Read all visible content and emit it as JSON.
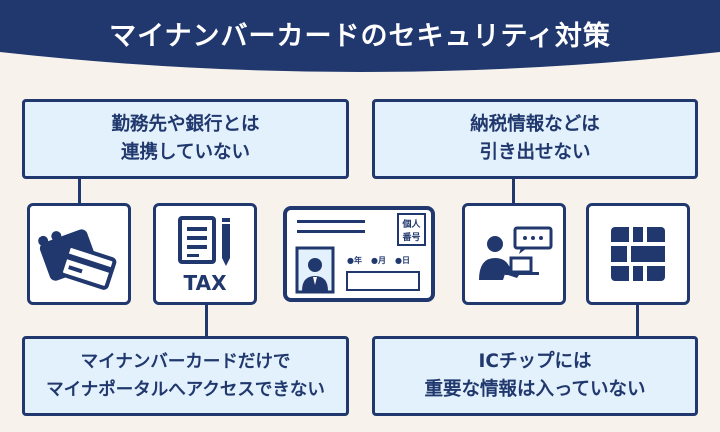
{
  "title": "マイナンバーカードのセキュリティ対策",
  "notes": {
    "top_left": [
      "勤務先や銀行とは",
      "連携していない"
    ],
    "top_right": [
      "納税情報などは",
      "引き出せない"
    ],
    "bottom_left": [
      "マイナンバーカードだけで",
      "マイナポータルへアクセスできない"
    ],
    "bottom_right": [
      "ICチップには",
      "重要な情報は入っていない"
    ]
  },
  "tax_tile": {
    "label": "TAX"
  },
  "card": {
    "stamp": [
      "個人",
      "番号"
    ],
    "date_fields": [
      "●年",
      "●月",
      "●日"
    ]
  },
  "colors": {
    "navy": "#21386e",
    "light_blue": "#e2f1fb",
    "background": "#f7f3ec"
  },
  "icons": [
    "wallet-cards-icon",
    "tax-document-icon",
    "id-card-icon",
    "person-computer-icon",
    "ic-chip-icon"
  ]
}
